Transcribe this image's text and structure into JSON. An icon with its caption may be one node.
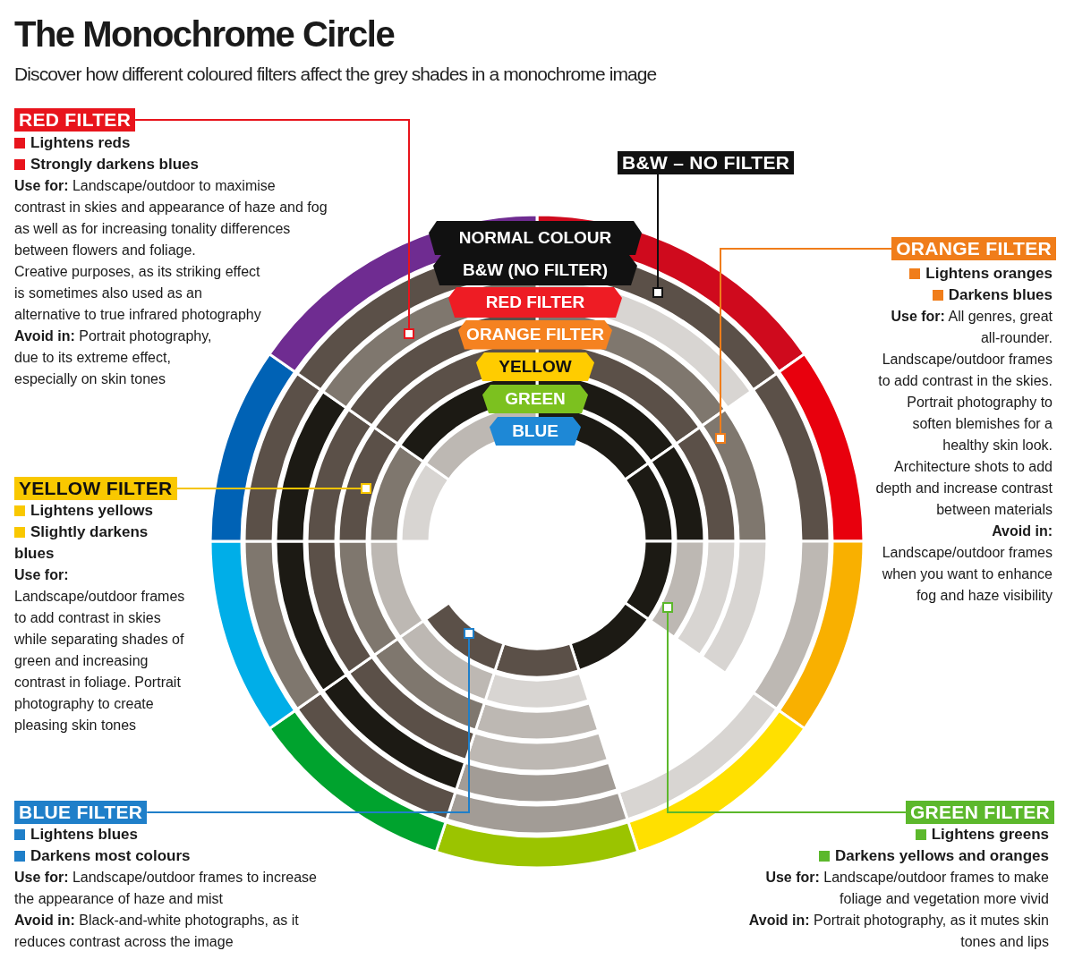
{
  "diagram": {
    "title": "The Monochrome Circle",
    "nodes": [
      {
        "text": [
          "RED FILTER"
        ],
        "beside": [
          "Lightens reds",
          "Strongly darkens blues",
          "**Use for:** Landscape/outdoor to maximise contrast in skies and appearance of haze and fog as well as for increasing tonality differences between flowers and foliage.",
          "Creative purposes, as its striking effect is sometimes also used as an alternative to true infrared photography",
          "**Avoid in:** Portrait photography, due to its extreme effect, especially on skin tones"
        ]
      },
      {
        "text": [
          "B&W – NO FILTER"
        ]
      },
      {
        "text": [
          "ORANGE FILTER"
        ],
        "beside": [
          "Lightens oranges",
          "Darkens blues",
          "**Use for:** All genres, great all-rounder. Landscape/outdoor frames to add contrast in the skies. Portrait photography to soften blemishes for a healthy skin look. Architecture shots to add depth and increase contrast between materials",
          "**Avoid in:** Landscape/outdoor frames when you want to enhance fog and haze visibility"
        ]
      },
      {
        "text": [
          "NORMAL COLOUR"
        ]
      },
      {
        "text": [
          "B&W (NO FILTER)"
        ]
      },
      {
        "text": [
          "RED FILTER"
        ]
      },
      {
        "text": [
          "ORANGE FILTER"
        ]
      },
      {
        "text": [
          "YELLOW"
        ]
      },
      {
        "text": [
          "GREEN"
        ]
      },
      {
        "text": [
          "BLUE"
        ]
      },
      {
        "text": [
          "YELLOW FILTER"
        ],
        "beside": [
          "Lightens yellows",
          "Slightly darkens blues",
          "**Use for:** Landscape/outdoor frames to add contrast in skies while separating shades of green and increasing contrast in foliage. Portrait photography to create pleasing skin tones"
        ]
      },
      {
        "text": [
          "BLUE FILTER"
        ],
        "beside": [
          "Lightens blues",
          "Darkens most colours",
          "**Use for:** Landscape/outdoor frames to increase the appearance of haze and mist",
          "**Avoid in:** Black-and-white photographs, as it reduces contrast across the image"
        ]
      },
      {
        "text": [
          "GREEN FILTER"
        ],
        "beside": [
          "Lightens greens",
          "Darkens yellows and oranges",
          "**Use for:** Landscape/outdoor frames to make foliage and vegetation more vivid",
          "**Avoid in:** Portrait photography, as it mutes skin tones and lips"
        ]
      },
      {
        "text": [],
        "shape": "box"
      },
      {
        "text": [],
        "shape": "box"
      },
      {
        "text": [],
        "shape": "box"
      },
      {
        "text": [],
        "shape": "box"
      },
      {
        "text": [],
        "shape": "box"
      },
      {
        "text": [],
        "shape": "box"
      }
    ],
    "edges": [
      {
        "from": 0,
        "to": 14,
        "arrow": "none",
        "color": "#e8141c"
      },
      {
        "from": 1,
        "to": 13,
        "arrow": "none",
        "color": "#111111"
      },
      {
        "from": 2,
        "to": 15,
        "arrow": "none",
        "color": "#f07d1a"
      },
      {
        "from": 10,
        "to": 16,
        "arrow": "none",
        "color": "#f5c400"
      },
      {
        "from": 11,
        "to": 18,
        "arrow": "none",
        "color": "#1f7fc9"
      },
      {
        "from": 12,
        "to": 17,
        "arrow": "none",
        "color": "#5cb82c"
      }
    ],
    "labels": [
      "Discover how different coloured filters affect the grey shades in a monochrome image"
    ]
  }
}
